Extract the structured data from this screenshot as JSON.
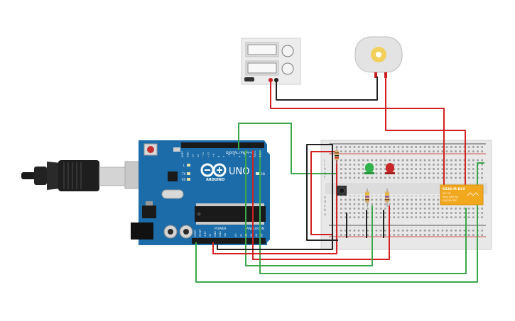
{
  "arduino": {
    "logo": "UNO",
    "brand": "ARDUINO",
    "digital_label": "DIGITAL (PWM~)",
    "analog_label": "ANALOG IN",
    "power_label": "POWER",
    "on_label": "ON",
    "tx_label": "TX",
    "rx_label": "RX",
    "l_label": "L",
    "digital_pins": [
      "AREF",
      "GND",
      "13",
      "12",
      "~11",
      "~10",
      "~9",
      "8",
      "7",
      "~6",
      "~5",
      "4",
      "~3",
      "2",
      "TX>1",
      "RX<0"
    ],
    "power_pins": [
      "IOREF",
      "RESET",
      "3.3V",
      "5V",
      "GND",
      "GND",
      "Vin"
    ],
    "analog_pins": [
      "A0",
      "A1",
      "A2",
      "A3",
      "A4",
      "A5"
    ]
  },
  "relay": {
    "line1": "KS2E-M-DC5",
    "line2": "DC 5V",
    "line3": "5A/125V AC",
    "line4": "2A/30V DC"
  },
  "breadboard": {
    "row_letters_top": [
      "j",
      "i",
      "h",
      "g",
      "f"
    ],
    "row_letters_bottom": [
      "e",
      "d",
      "c",
      "b",
      "a"
    ]
  },
  "colors": {
    "arduino_blue": "#1b6ca8",
    "wire_red": "#d32020",
    "wire_green": "#3aa84a",
    "wire_black": "#222222",
    "led_green": "#2fb24a",
    "led_red": "#c8282a",
    "relay_orange": "#f2a81d"
  }
}
